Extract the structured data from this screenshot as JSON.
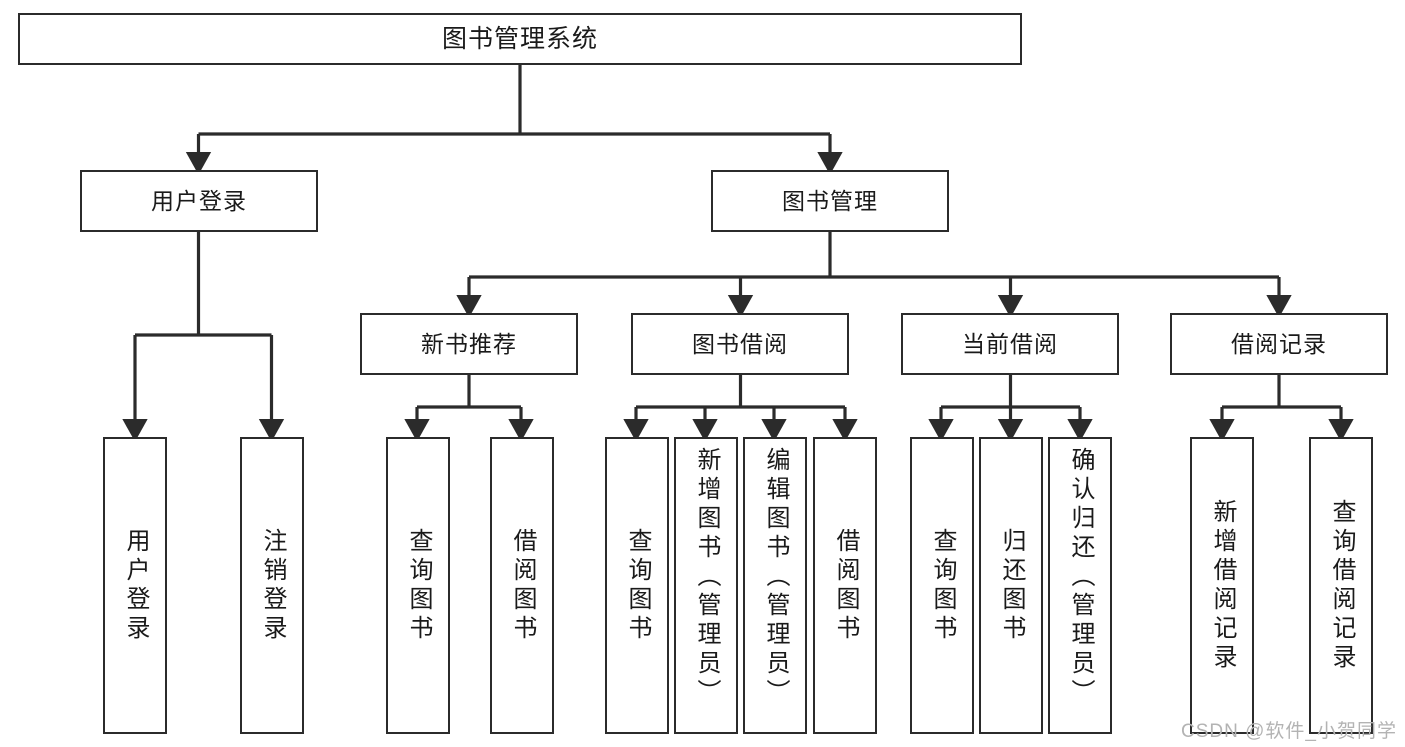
{
  "diagram": {
    "type": "tree",
    "title": "图书管理系统",
    "colors": {
      "background": "#ffffff",
      "box_border": "#2b2b2b",
      "box_fill": "#ffffff",
      "connector": "#2b2b2b",
      "text": "#1a1a1a",
      "watermark": "#b3b3b3"
    },
    "root": {
      "label": "图书管理系统"
    },
    "level2": [
      {
        "label": "用户登录"
      },
      {
        "label": "图书管理"
      }
    ],
    "level3": [
      {
        "label": "新书推荐"
      },
      {
        "label": "图书借阅"
      },
      {
        "label": "当前借阅"
      },
      {
        "label": "借阅记录"
      }
    ],
    "leaves": {
      "user_login": [
        {
          "label": "用户登录"
        },
        {
          "label": "注销登录"
        }
      ],
      "new_book_recommend": [
        {
          "label": "查询图书"
        },
        {
          "label": "借阅图书"
        }
      ],
      "book_borrow": [
        {
          "label": "查询图书"
        },
        {
          "label": "新增图书（管理员）"
        },
        {
          "label": "编辑图书（管理员）"
        },
        {
          "label": "借阅图书"
        }
      ],
      "current_borrow": [
        {
          "label": "查询图书"
        },
        {
          "label": "归还图书"
        },
        {
          "label": "确认归还（管理员）"
        }
      ],
      "borrow_record": [
        {
          "label": "新增借阅记录"
        },
        {
          "label": "查询借阅记录"
        }
      ]
    }
  },
  "watermark": {
    "text": "CSDN @软件_小贺同学"
  }
}
